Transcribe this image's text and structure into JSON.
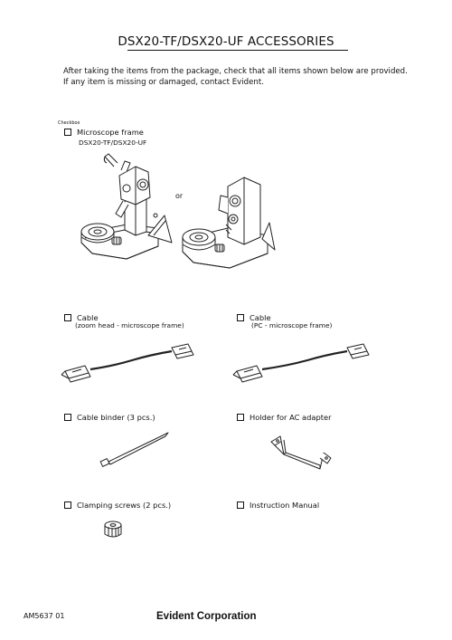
{
  "header": {
    "title": "DSX20-TF/DSX20-UF ACCESSORIES",
    "intro_line1": "After taking the items from the package, check that all items shown below are provided.",
    "intro_line2": "If any item is missing or damaged, contact Evident."
  },
  "checkbox_caption": "Checkbox",
  "items": {
    "frame": {
      "label": "Microscope frame",
      "sublabel": "DSX20-TF/DSX20-UF",
      "or": "or"
    },
    "cable_zoom": {
      "label": "Cable",
      "sublabel": "(zoom head - microscope frame)"
    },
    "cable_pc": {
      "label": "Cable",
      "sublabel": "(PC - microscope frame)"
    },
    "cable_binder": {
      "label": "Cable binder (3 pcs.)"
    },
    "ac_holder": {
      "label": "Holder for AC adapter"
    },
    "clamping_screws": {
      "label": "Clamping screws (2 pcs.)"
    },
    "manual": {
      "label": "Instruction Manual"
    }
  },
  "footer": {
    "code": "AM5637 01",
    "brand": "Evident Corporation"
  },
  "icons": [
    "microscope-frame-tf-illustration",
    "microscope-frame-uf-illustration",
    "cable-illustration",
    "cable-binder-illustration",
    "ac-adapter-holder-illustration",
    "clamping-screw-illustration"
  ]
}
